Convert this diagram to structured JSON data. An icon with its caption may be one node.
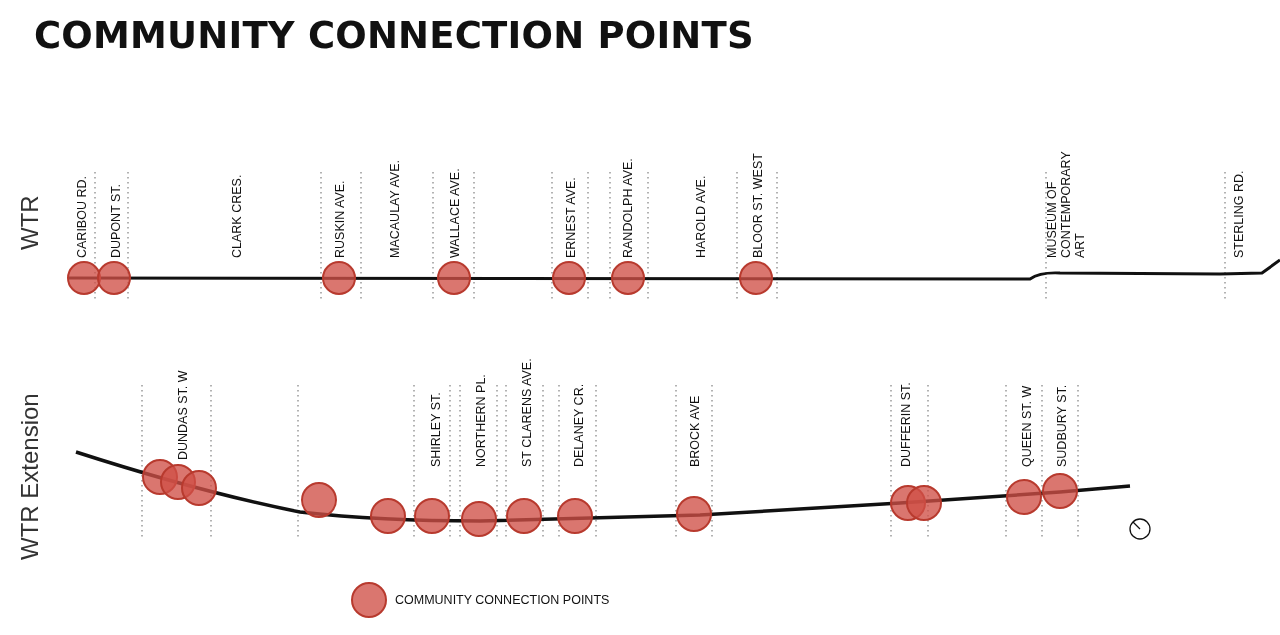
{
  "diagram": {
    "title": "COMMUNITY CONNECTION POINTS",
    "labels": [
      "WTR",
      "CARIBOU RD.",
      "DUPONT ST.",
      "CLARK CRES.",
      "RUSKIN AVE.",
      "MACAULAY AVE.",
      "WALLACE AVE.",
      "ERNEST AVE.",
      "RANDOLPH AVE.",
      "HAROLD AVE.",
      "BLOOR ST. WEST",
      "MUSEUM OF CONTEMPORARY ART",
      "STERLING RD.",
      "WTR Extension",
      "DUNDAS ST. W",
      "SHIRLEY ST.",
      "NORTHERN PL.",
      "ST CLARENS AVE.",
      "DELANEY CR.",
      "BROCK AVE",
      "DUFFERIN ST.",
      "QUEEN ST. W",
      "SUDBURY ST."
    ],
    "legend": [
      {
        "text": "COMMUNITY CONNECTION POINTS"
      }
    ]
  }
}
